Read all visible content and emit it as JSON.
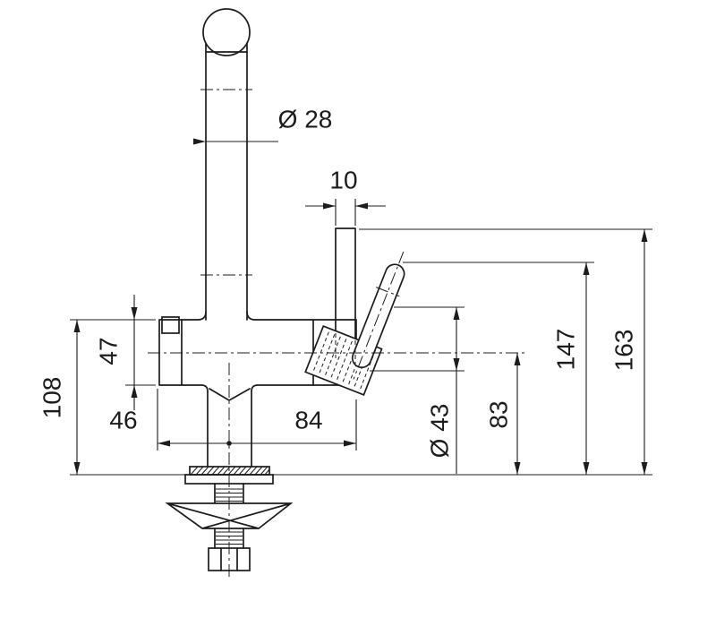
{
  "drawing": {
    "colors": {
      "line": "#1c1c1c",
      "background": "#ffffff"
    },
    "dims": {
      "spout_diameter": "Ø 28",
      "stem_width": "10",
      "body_height": "47",
      "body_top_height": "108",
      "left_offset": "46",
      "right_offset": "84",
      "housing_diameter": "Ø 43",
      "outlet_centerline_height": "83",
      "lever_top_height": "147",
      "stem_top_height": "163"
    }
  }
}
